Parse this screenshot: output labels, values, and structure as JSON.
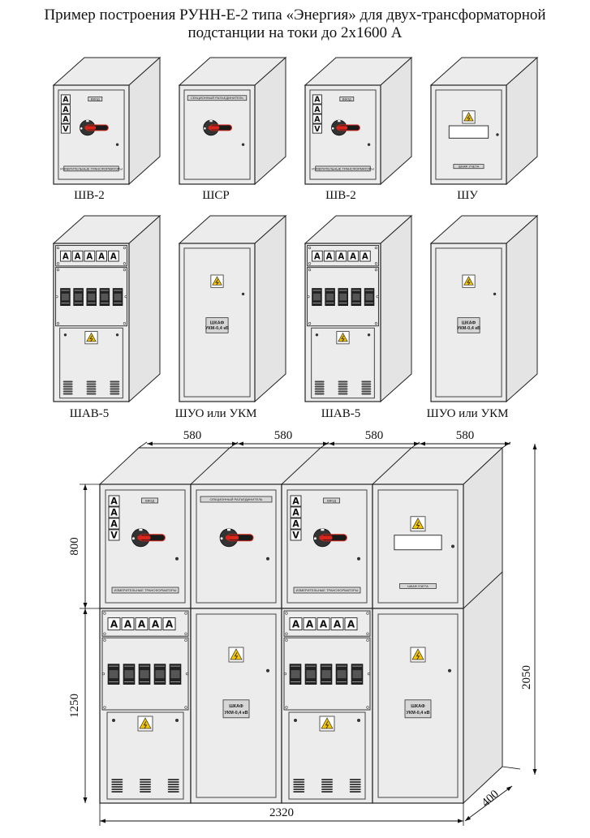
{
  "title": {
    "line1": "Пример построения РУНН-Е-2 типа «Энергия» для двух-трансформаторной",
    "line2": "подстанции на токи до 2x1600 А"
  },
  "cabinets_row1": [
    {
      "label": "ШВ-2",
      "type": "input"
    },
    {
      "label": "ШСР",
      "type": "sectional"
    },
    {
      "label": "ШВ-2",
      "type": "input"
    },
    {
      "label": "ШУ",
      "type": "metering"
    }
  ],
  "cabinets_row2": [
    {
      "label": "ШАВ-5",
      "type": "feeder"
    },
    {
      "label": "ШУО или УКМ",
      "type": "compensation"
    },
    {
      "label": "ШАВ-5",
      "type": "feeder"
    },
    {
      "label": "ШУО или УКМ",
      "type": "compensation"
    }
  ],
  "panel_texts": {
    "vvod": "ВВОД",
    "transformers": "ИЗМЕРИТЕЛЬНЫЕ ТРАНСФОРМАТОРЫ",
    "sectional": "СЕКЦИОННЫЙ РАЗЪЕДИНИТЕЛЬ",
    "metering": "ШКАФ УЧЕТА",
    "ukm_line1": "ШКАФ",
    "ukm_line2": "УКМ-0,4 кВ"
  },
  "meters_input": [
    "A",
    "A",
    "A",
    "V"
  ],
  "meters_feeder": [
    "A",
    "A",
    "A",
    "A",
    "A"
  ],
  "dimensions": {
    "widths": [
      "580",
      "580",
      "580",
      "580"
    ],
    "upper_height": "800",
    "lower_height": "1250",
    "total_height": "2050",
    "total_width": "2320",
    "depth": "400"
  },
  "colors": {
    "cabinet_face": "#ececec",
    "cabinet_side": "#e4e4e4",
    "handle_red": "#d8261c",
    "warning_yellow": "#f5c400",
    "line": "#222222"
  }
}
